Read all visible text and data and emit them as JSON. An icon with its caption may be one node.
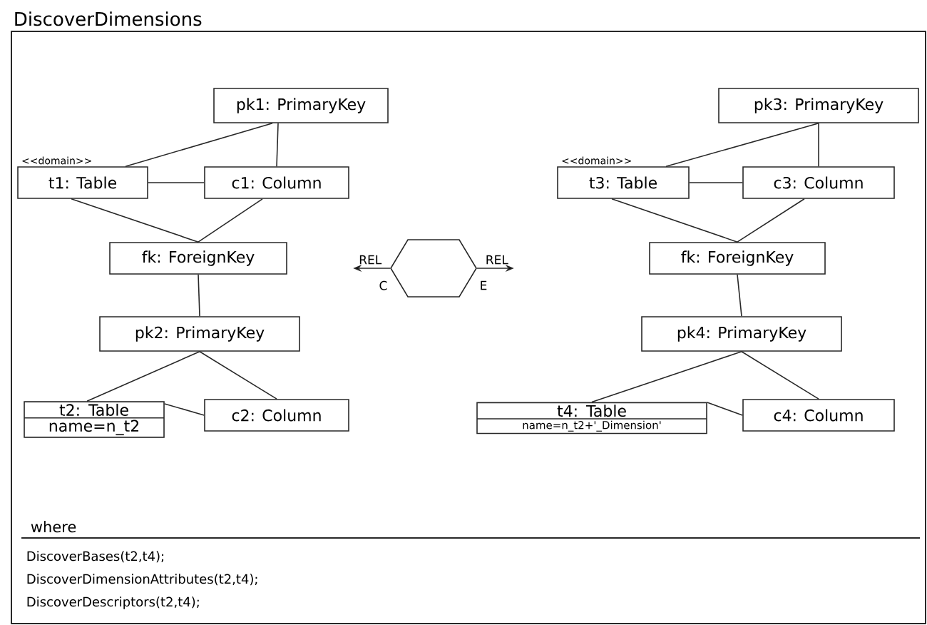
{
  "diagram": {
    "title": "DiscoverDimensions",
    "nodes": [
      {
        "text": [
          "pk1: PrimaryKey"
        ]
      },
      {
        "text": [
          "t1: Table"
        ],
        "beside": [
          "<<domain>>"
        ]
      },
      {
        "text": [
          "c1: Column"
        ]
      },
      {
        "text": [
          "fk: ForeignKey"
        ]
      },
      {
        "text": [
          "pk2: PrimaryKey"
        ]
      },
      {
        "text": [
          "t2: Table",
          "name=n_t2"
        ]
      },
      {
        "text": [
          "c2: Column"
        ]
      },
      {
        "text": [],
        "shape": "hexagon",
        "beside": [
          "C",
          "E"
        ]
      },
      {
        "text": [
          "pk3: PrimaryKey"
        ]
      },
      {
        "text": [
          "t3: Table"
        ],
        "beside": [
          "<<domain>>"
        ]
      },
      {
        "text": [
          "c3: Column"
        ]
      },
      {
        "text": [
          "fk: ForeignKey"
        ]
      },
      {
        "text": [
          "pk4: PrimaryKey"
        ]
      },
      {
        "text": [
          "t4: Table",
          "name=n_t2+'_Dimension'"
        ]
      },
      {
        "text": [
          "c4: Column"
        ]
      }
    ],
    "edges": [
      {
        "from": 0,
        "to": 1,
        "arrow": "none"
      },
      {
        "from": 0,
        "to": 2,
        "arrow": "none"
      },
      {
        "from": 1,
        "to": 2,
        "arrow": "none"
      },
      {
        "from": 1,
        "to": 3,
        "arrow": "none"
      },
      {
        "from": 2,
        "to": 3,
        "arrow": "none"
      },
      {
        "from": 3,
        "to": 4,
        "arrow": "none"
      },
      {
        "from": 4,
        "to": 5,
        "arrow": "none"
      },
      {
        "from": 4,
        "to": 6,
        "arrow": "none"
      },
      {
        "from": 5,
        "to": 6,
        "arrow": "none"
      },
      {
        "from": 7,
        "to": null,
        "arrow": "to",
        "label": "REL"
      },
      {
        "from": 7,
        "to": null,
        "arrow": "to",
        "label": "REL"
      },
      {
        "from": 8,
        "to": 9,
        "arrow": "none"
      },
      {
        "from": 8,
        "to": 10,
        "arrow": "none"
      },
      {
        "from": 9,
        "to": 10,
        "arrow": "none"
      },
      {
        "from": 9,
        "to": 11,
        "arrow": "none"
      },
      {
        "from": 10,
        "to": 11,
        "arrow": "none"
      },
      {
        "from": 11,
        "to": 12,
        "arrow": "none"
      },
      {
        "from": 12,
        "to": 13,
        "arrow": "none"
      },
      {
        "from": 12,
        "to": 14,
        "arrow": "none"
      },
      {
        "from": 13,
        "to": 14,
        "arrow": "none"
      }
    ],
    "labels": [
      "where",
      "DiscoverBases(t2,t4);",
      "DiscoverDimensionAttributes(t2,t4);",
      "DiscoverDescriptors(t2,t4);"
    ]
  }
}
